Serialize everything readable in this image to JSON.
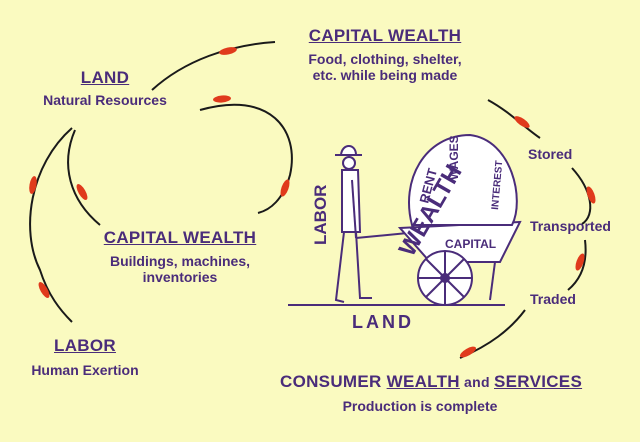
{
  "capital_top": {
    "heading": "CAPITAL WEALTH",
    "line1": "Food, clothing, shelter,",
    "line2": "etc. while being made"
  },
  "land": {
    "heading": "LAND",
    "sub": "Natural Resources"
  },
  "capital_mid": {
    "heading": "CAPITAL WEALTH",
    "line1": "Buildings, machines,",
    "line2": "inventories"
  },
  "labor": {
    "heading": "LABOR",
    "sub": "Human Exertion"
  },
  "consumer": {
    "heading_a": "CONSUMER ",
    "heading_b": "WEALTH",
    "heading_c": " and ",
    "heading_d": "SERVICES",
    "sub": "Production is complete"
  },
  "steps": {
    "stored": "Stored",
    "transported": "Transported",
    "traded": "Traded"
  },
  "illustration": {
    "labor_text": "LABOR",
    "land_text": "LAND",
    "wealth_text": "WEALTH",
    "rent_text": "RENT",
    "wages_text": "WAGES",
    "interest_text": "INTEREST",
    "capital_text": "CAPITAL"
  },
  "colors": {
    "text": "#4a2c7a",
    "background": "#fafac0",
    "arrow_line": "#1a1a1a",
    "arrow_head": "#e03a1c"
  }
}
